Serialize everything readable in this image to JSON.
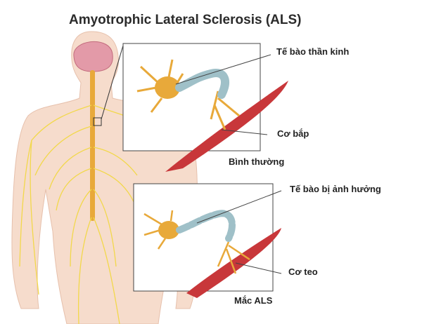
{
  "title": "Amyotrophic Lateral Sclerosis (ALS)",
  "normal_panel": {
    "caption": "Bình thường",
    "nerve_cell_label": "Tế bào thần kinh",
    "muscle_label": "Cơ bắp"
  },
  "als_panel": {
    "caption": "Mắc ALS",
    "nerve_cell_label": "Tế bào bị ảnh hưởng",
    "muscle_label": "Cơ teo"
  },
  "colors": {
    "nerve": "#f2c94c",
    "neuron": "#e8a93a",
    "axon": "#9fc0c8",
    "muscle": "#c8373a",
    "skin": "#f6dccc",
    "brain": "#e39aa8"
  }
}
